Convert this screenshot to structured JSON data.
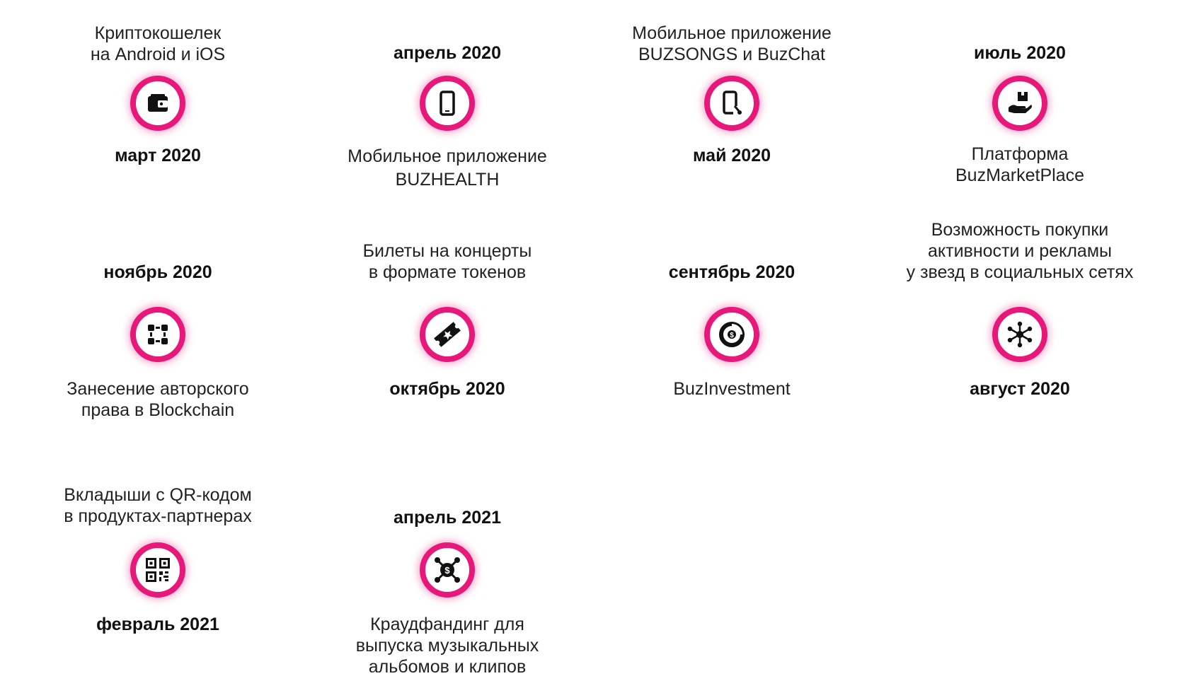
{
  "colors": {
    "line": "#e8177a",
    "line_alt": "#c45bad",
    "node_border": "#e8177a",
    "icon": "#111111",
    "text": "#222222"
  },
  "milestones": [
    {
      "date": "март 2020",
      "label": "Криптокошелек\nна Android и iOS",
      "icon": "wallet-icon"
    },
    {
      "date": "апрель 2020",
      "label": "Мобильное приложение\nBUZHEALTH",
      "icon": "smartphone-icon"
    },
    {
      "date": "май 2020",
      "label": "Мобильное приложение\nBUZSONGS и BuzChat",
      "icon": "mobile-app-icon"
    },
    {
      "date": "июль 2020",
      "label": "Платформа\nBuzMarketPlace",
      "icon": "hand-box-icon"
    },
    {
      "date": "август 2020",
      "label": "Возможность покупки\nактивности и рекламы\nу звезд в социальных сетях",
      "icon": "network-icon"
    },
    {
      "date": "сентябрь 2020",
      "label": "BuzInvestment",
      "icon": "coin-chart-icon"
    },
    {
      "date": "октябрь 2020",
      "label": "Билеты на концерты\nв формате токенов",
      "icon": "ticket-icon"
    },
    {
      "date": "ноябрь 2020",
      "label": "Занесение авторского\nправа в Blockchain",
      "icon": "blockchain-icon"
    },
    {
      "date": "февраль 2021",
      "label": "Вкладыши с QR-кодом\nв продуктах-партнерах",
      "icon": "qr-code-icon"
    },
    {
      "date": "апрель 2021",
      "label": "Краудфандинг для\nвыпуска музыкальных\nальбомов и клипов",
      "icon": "crowdfunding-icon"
    }
  ]
}
